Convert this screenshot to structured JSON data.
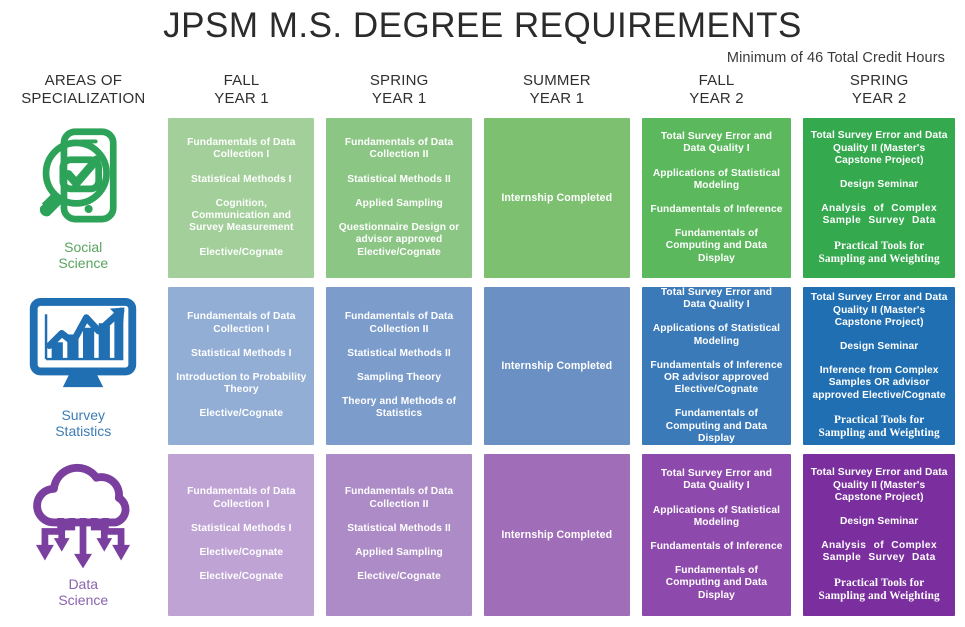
{
  "header": {
    "title": "JPSM M.S. DEGREE REQUIREMENTS",
    "subtitle": "Minimum of 46 Total Credit Hours"
  },
  "columns": [
    {
      "line1": "AREAS OF",
      "line2": "SPECIALIZATION"
    },
    {
      "line1": "FALL",
      "line2": "YEAR 1"
    },
    {
      "line1": "SPRING",
      "line2": "YEAR 1"
    },
    {
      "line1": "SUMMER",
      "line2": "YEAR 1"
    },
    {
      "line1": "FALL",
      "line2": "YEAR 2"
    },
    {
      "line1": "SPRING",
      "line2": "YEAR 2"
    }
  ],
  "colors": {
    "social_science": {
      "icon": "#2da35a",
      "label": "#5aa45f",
      "fall1": "#a2cf9a",
      "spring1": "#8cc684",
      "summer1": "#7cc070",
      "fall2": "#5bb85c",
      "spring2": "#34a94e"
    },
    "survey_statistics": {
      "icon": "#1f6fb2",
      "label": "#3d7cb5",
      "fall1": "#93aed5",
      "spring1": "#7c9ccb",
      "summer1": "#6b90c4",
      "fall2": "#3a7ab9",
      "spring2": "#1f6fb2"
    },
    "data_science": {
      "icon": "#7b3fa0",
      "label": "#8a64ad",
      "fall1": "#bfa3d4",
      "spring1": "#ad8bc6",
      "summer1": "#a06eb8",
      "fall2": "#8e49ac",
      "spring2": "#7b2f9e"
    }
  },
  "rows": [
    {
      "key": "social_science",
      "icon_name": "phone-survey-magnifier-icon",
      "label_line1": "Social",
      "label_line2": "Science",
      "cells": [
        {
          "column": "FALL YEAR 1",
          "courses": [
            "Fundamentals of Data Collection I",
            "Statistical Methods I",
            "Cognition, Communication and Survey Measurement",
            "Elective/Cognate"
          ]
        },
        {
          "column": "SPRING YEAR 1",
          "courses": [
            "Fundamentals of Data Collection II",
            "Statistical Methods II",
            "Applied Sampling",
            "Questionnaire Design or advisor approved Elective/Cognate"
          ]
        },
        {
          "column": "SUMMER YEAR 1",
          "courses": [
            "Internship Completed"
          ]
        },
        {
          "column": "FALL YEAR 2",
          "courses": [
            "Total Survey Error and Data Quality I",
            "Applications of Statistical Modeling",
            "Fundamentals of Inference",
            "Fundamentals of Computing and Data Display"
          ]
        },
        {
          "column": "SPRING YEAR 2",
          "courses": [
            "Total Survey Error and Data Quality II (Master's Capstone Project)",
            "Design Seminar",
            "Analysis of Complex Sample Survey Data",
            "Practical Tools for Sampling and Weighting"
          ]
        }
      ]
    },
    {
      "key": "survey_statistics",
      "icon_name": "monitor-bar-chart-icon",
      "label_line1": "Survey",
      "label_line2": "Statistics",
      "cells": [
        {
          "column": "FALL YEAR 1",
          "courses": [
            "Fundamentals of Data Collection I",
            "Statistical Methods I",
            "Introduction to Probability Theory",
            "Elective/Cognate"
          ]
        },
        {
          "column": "SPRING YEAR 1",
          "courses": [
            "Fundamentals of Data Collection II",
            "Statistical Methods II",
            "Sampling Theory",
            "Theory and Methods of Statistics"
          ]
        },
        {
          "column": "SUMMER YEAR 1",
          "courses": [
            "Internship Completed"
          ]
        },
        {
          "column": "FALL YEAR 2",
          "courses": [
            "Total Survey Error and Data Quality I",
            "Applications of Statistical Modeling",
            "Fundamentals of Inference OR advisor approved Elective/Cognate",
            "Fundamentals of Computing and Data Display"
          ]
        },
        {
          "column": "SPRING YEAR 2",
          "courses": [
            "Total Survey Error and Data Quality II (Master's Capstone Project)",
            "Design Seminar",
            "Inference from Complex Samples OR advisor approved Elective/Cognate",
            "Practical Tools for Sampling and Weighting"
          ]
        }
      ]
    },
    {
      "key": "data_science",
      "icon_name": "cloud-download-arrows-icon",
      "label_line1": "Data",
      "label_line2": "Science",
      "cells": [
        {
          "column": "FALL YEAR 1",
          "courses": [
            "Fundamentals of Data Collection I",
            "Statistical Methods I",
            "Elective/Cognate",
            "Elective/Cognate"
          ]
        },
        {
          "column": "SPRING YEAR 1",
          "courses": [
            "Fundamentals of Data Collection II",
            "Statistical Methods II",
            "Applied Sampling",
            "Elective/Cognate"
          ]
        },
        {
          "column": "SUMMER YEAR 1",
          "courses": [
            "Internship Completed"
          ]
        },
        {
          "column": "FALL YEAR 2",
          "courses": [
            "Total Survey Error and Data Quality I",
            "Applications of Statistical Modeling",
            "Fundamentals of Inference",
            "Fundamentals of Computing and Data Display"
          ]
        },
        {
          "column": "SPRING YEAR 2",
          "courses": [
            "Total Survey Error and Data Quality II (Master's Capstone Project)",
            "Design Seminar",
            "Analysis of Complex Sample Survey Data",
            "Practical Tools for Sampling and Weighting"
          ]
        }
      ]
    }
  ]
}
